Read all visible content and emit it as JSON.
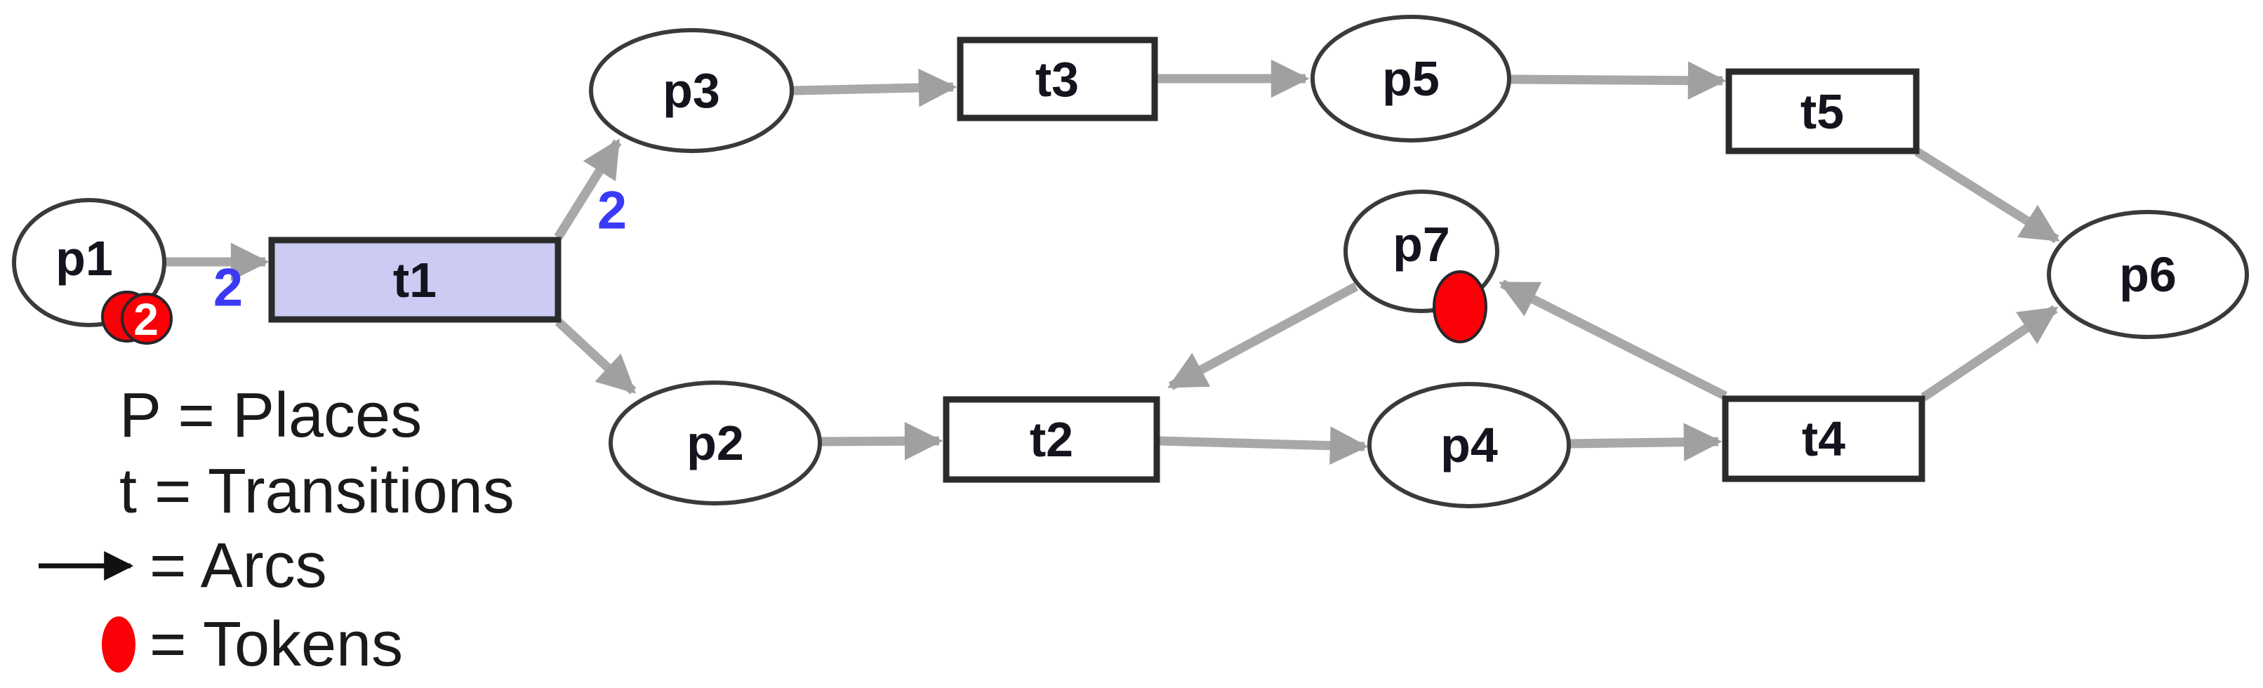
{
  "diagram": {
    "kind": "petri-net",
    "labels": {
      "p1": "p1",
      "p2": "p2",
      "p3": "p3",
      "p4": "p4",
      "p5": "p5",
      "p6": "p6",
      "p7": "p7",
      "t1": "t1",
      "t2": "t2",
      "t3": "t3",
      "t4": "t4",
      "t5": "t5"
    },
    "weights": {
      "p1_t1": "2",
      "t1_p3": "2"
    },
    "tokens": {
      "p1": {
        "count": 2,
        "label": "2"
      },
      "p7": {
        "count": 1
      }
    },
    "arcs": [
      {
        "from": "p1",
        "to": "t1",
        "weight": 2
      },
      {
        "from": "t1",
        "to": "p3",
        "weight": 2
      },
      {
        "from": "t1",
        "to": "p2",
        "weight": 1
      },
      {
        "from": "p3",
        "to": "t3",
        "weight": 1
      },
      {
        "from": "t3",
        "to": "p5",
        "weight": 1
      },
      {
        "from": "p5",
        "to": "t5",
        "weight": 1
      },
      {
        "from": "t5",
        "to": "p6",
        "weight": 1
      },
      {
        "from": "p2",
        "to": "t2",
        "weight": 1
      },
      {
        "from": "t2",
        "to": "p4",
        "weight": 1
      },
      {
        "from": "p4",
        "to": "t4",
        "weight": 1
      },
      {
        "from": "t4",
        "to": "p6",
        "weight": 1
      },
      {
        "from": "t4",
        "to": "p7",
        "weight": 1
      },
      {
        "from": "p7",
        "to": "t2",
        "weight": 1
      }
    ]
  },
  "legend": {
    "places": "P = Places",
    "transitions": "t = Transitions",
    "arcs": "= Arcs",
    "tokens": "= Tokens"
  },
  "colors": {
    "highlighted_transition_fill": "#cccbf3",
    "transition_fill": "#ffffff",
    "place_fill": "#ffffff",
    "arc": "#a8a8a8",
    "token": "#fb0006",
    "weight_label": "#3a3af5",
    "node_border": "#2f2f2f",
    "legend_text": "#1a1a1a"
  }
}
